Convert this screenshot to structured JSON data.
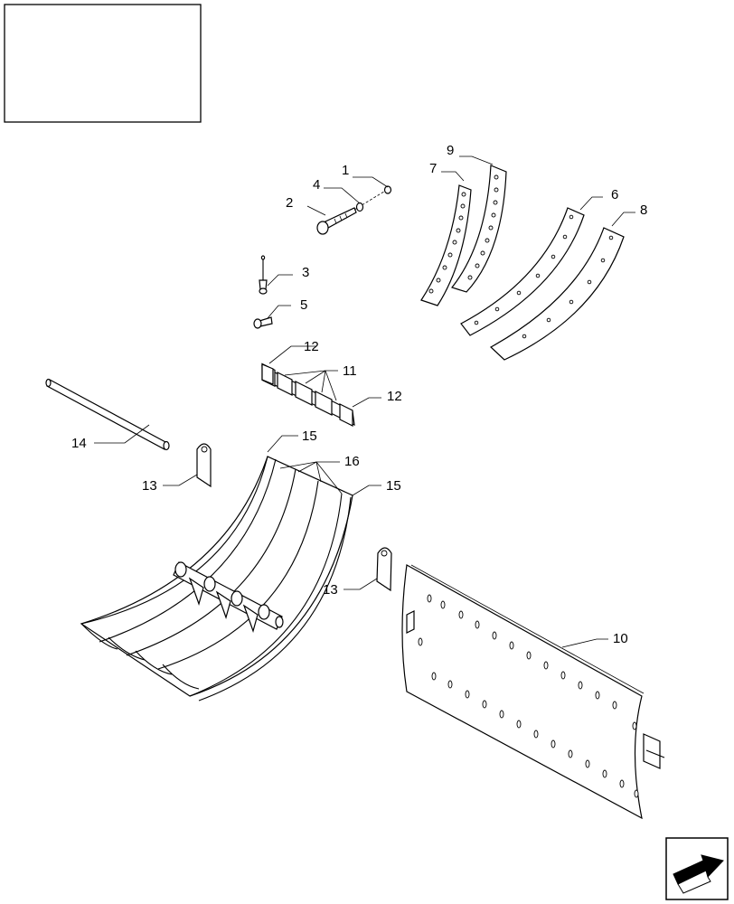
{
  "callouts": {
    "c1": "1",
    "c2": "2",
    "c3": "3",
    "c4": "4",
    "c5": "5",
    "c6": "6",
    "c7": "7",
    "c8": "8",
    "c9": "9",
    "c10": "10",
    "c11": "11",
    "c12a": "12",
    "c12b": "12",
    "c13a": "13",
    "c13b": "13",
    "c14": "14",
    "c15a": "15",
    "c15b": "15",
    "c16": "16"
  },
  "icons": {
    "nav": "next-page-arrow-icon"
  }
}
